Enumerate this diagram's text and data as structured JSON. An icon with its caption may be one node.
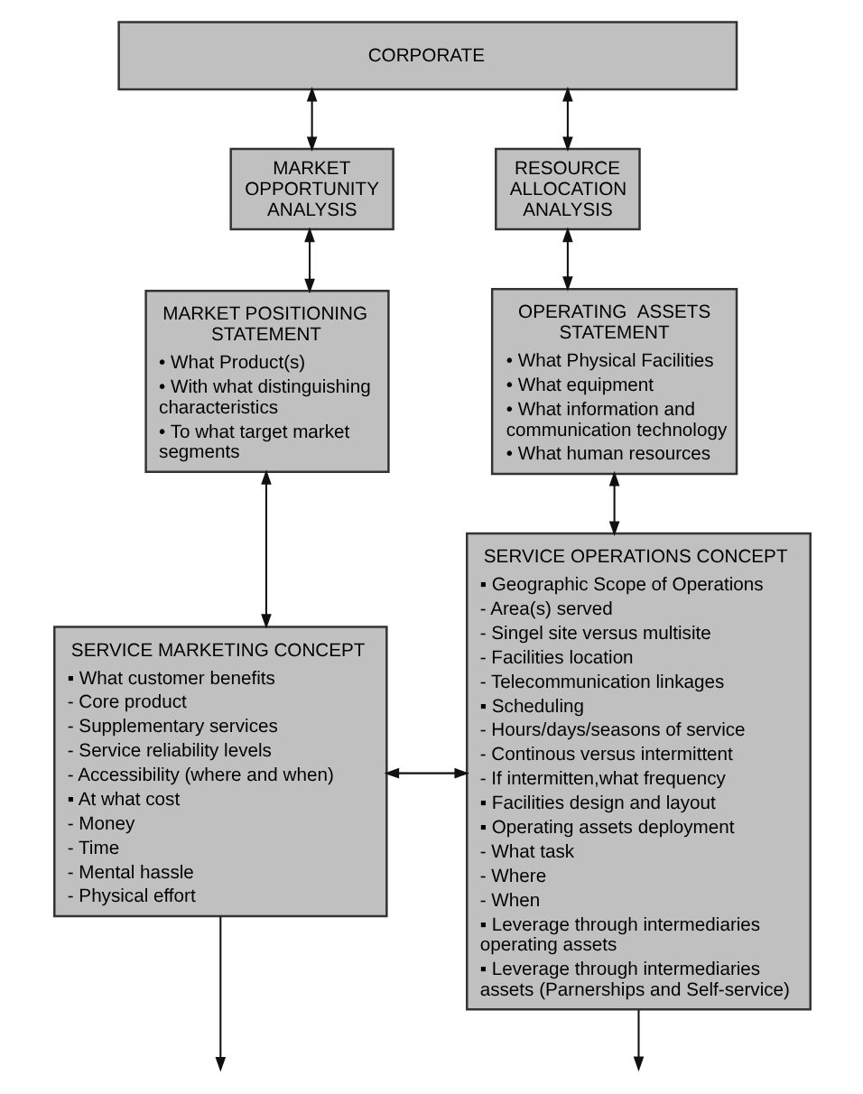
{
  "diagram": {
    "nodes": [
      {
        "text": [
          "CORPORATE"
        ]
      },
      {
        "text": [
          "MARKET OPPORTUNITY ANALYSIS"
        ]
      },
      {
        "text": [
          "RESOURCE ALLOCATION ANALYSIS"
        ]
      },
      {
        "text": [
          "MARKET POSITIONING STATEMENT",
          "• What Product(s)",
          "• With what distinguishing characteristics",
          "• To what target market segments"
        ]
      },
      {
        "text": [
          "OPERATING  ASSETS STATEMENT",
          "• What Physical Facilities",
          "• What equipment",
          "• What information and communication technology",
          "• What human resources"
        ]
      },
      {
        "text": [
          "SERVICE MARKETING CONCEPT",
          "▪ What customer benefits",
          "- Core product",
          "- Supplementary services",
          "- Service reliability levels",
          "- Accessibility (where and when)",
          "▪ At what cost",
          "- Money",
          "- Time",
          "- Mental hassle",
          "- Physical effort"
        ]
      },
      {
        "text": [
          "SERVICE OPERATIONS CONCEPT",
          "▪ Geographic Scope of Operations",
          "- Area(s) served",
          "- Singel site versus multisite",
          "- Facilities location",
          "- Telecommunication linkages",
          "▪ Scheduling",
          "- Hours/days/seasons of service",
          "- Continous versus intermittent",
          "- If intermitten,what frequency",
          "▪ Facilities design and layout",
          "▪ Operating assets deployment",
          "- What task",
          "- Where",
          "- When",
          "▪ Leverage through intermediaries operating assets",
          "▪ Leverage through intermediaries assets (Parnerships and Self-service)"
        ]
      }
    ],
    "edges": [
      {
        "from": 0,
        "to": 1,
        "arrow": "both"
      },
      {
        "from": 0,
        "to": 2,
        "arrow": "both"
      },
      {
        "from": 1,
        "to": 3,
        "arrow": "both"
      },
      {
        "from": 2,
        "to": 4,
        "arrow": "both"
      },
      {
        "from": 3,
        "to": 5,
        "arrow": "both"
      },
      {
        "from": 4,
        "to": 6,
        "arrow": "both"
      },
      {
        "from": 5,
        "to": 6,
        "arrow": "both"
      },
      {
        "from": 5,
        "to": null,
        "arrow": "to"
      },
      {
        "from": 6,
        "to": null,
        "arrow": "to"
      }
    ]
  }
}
